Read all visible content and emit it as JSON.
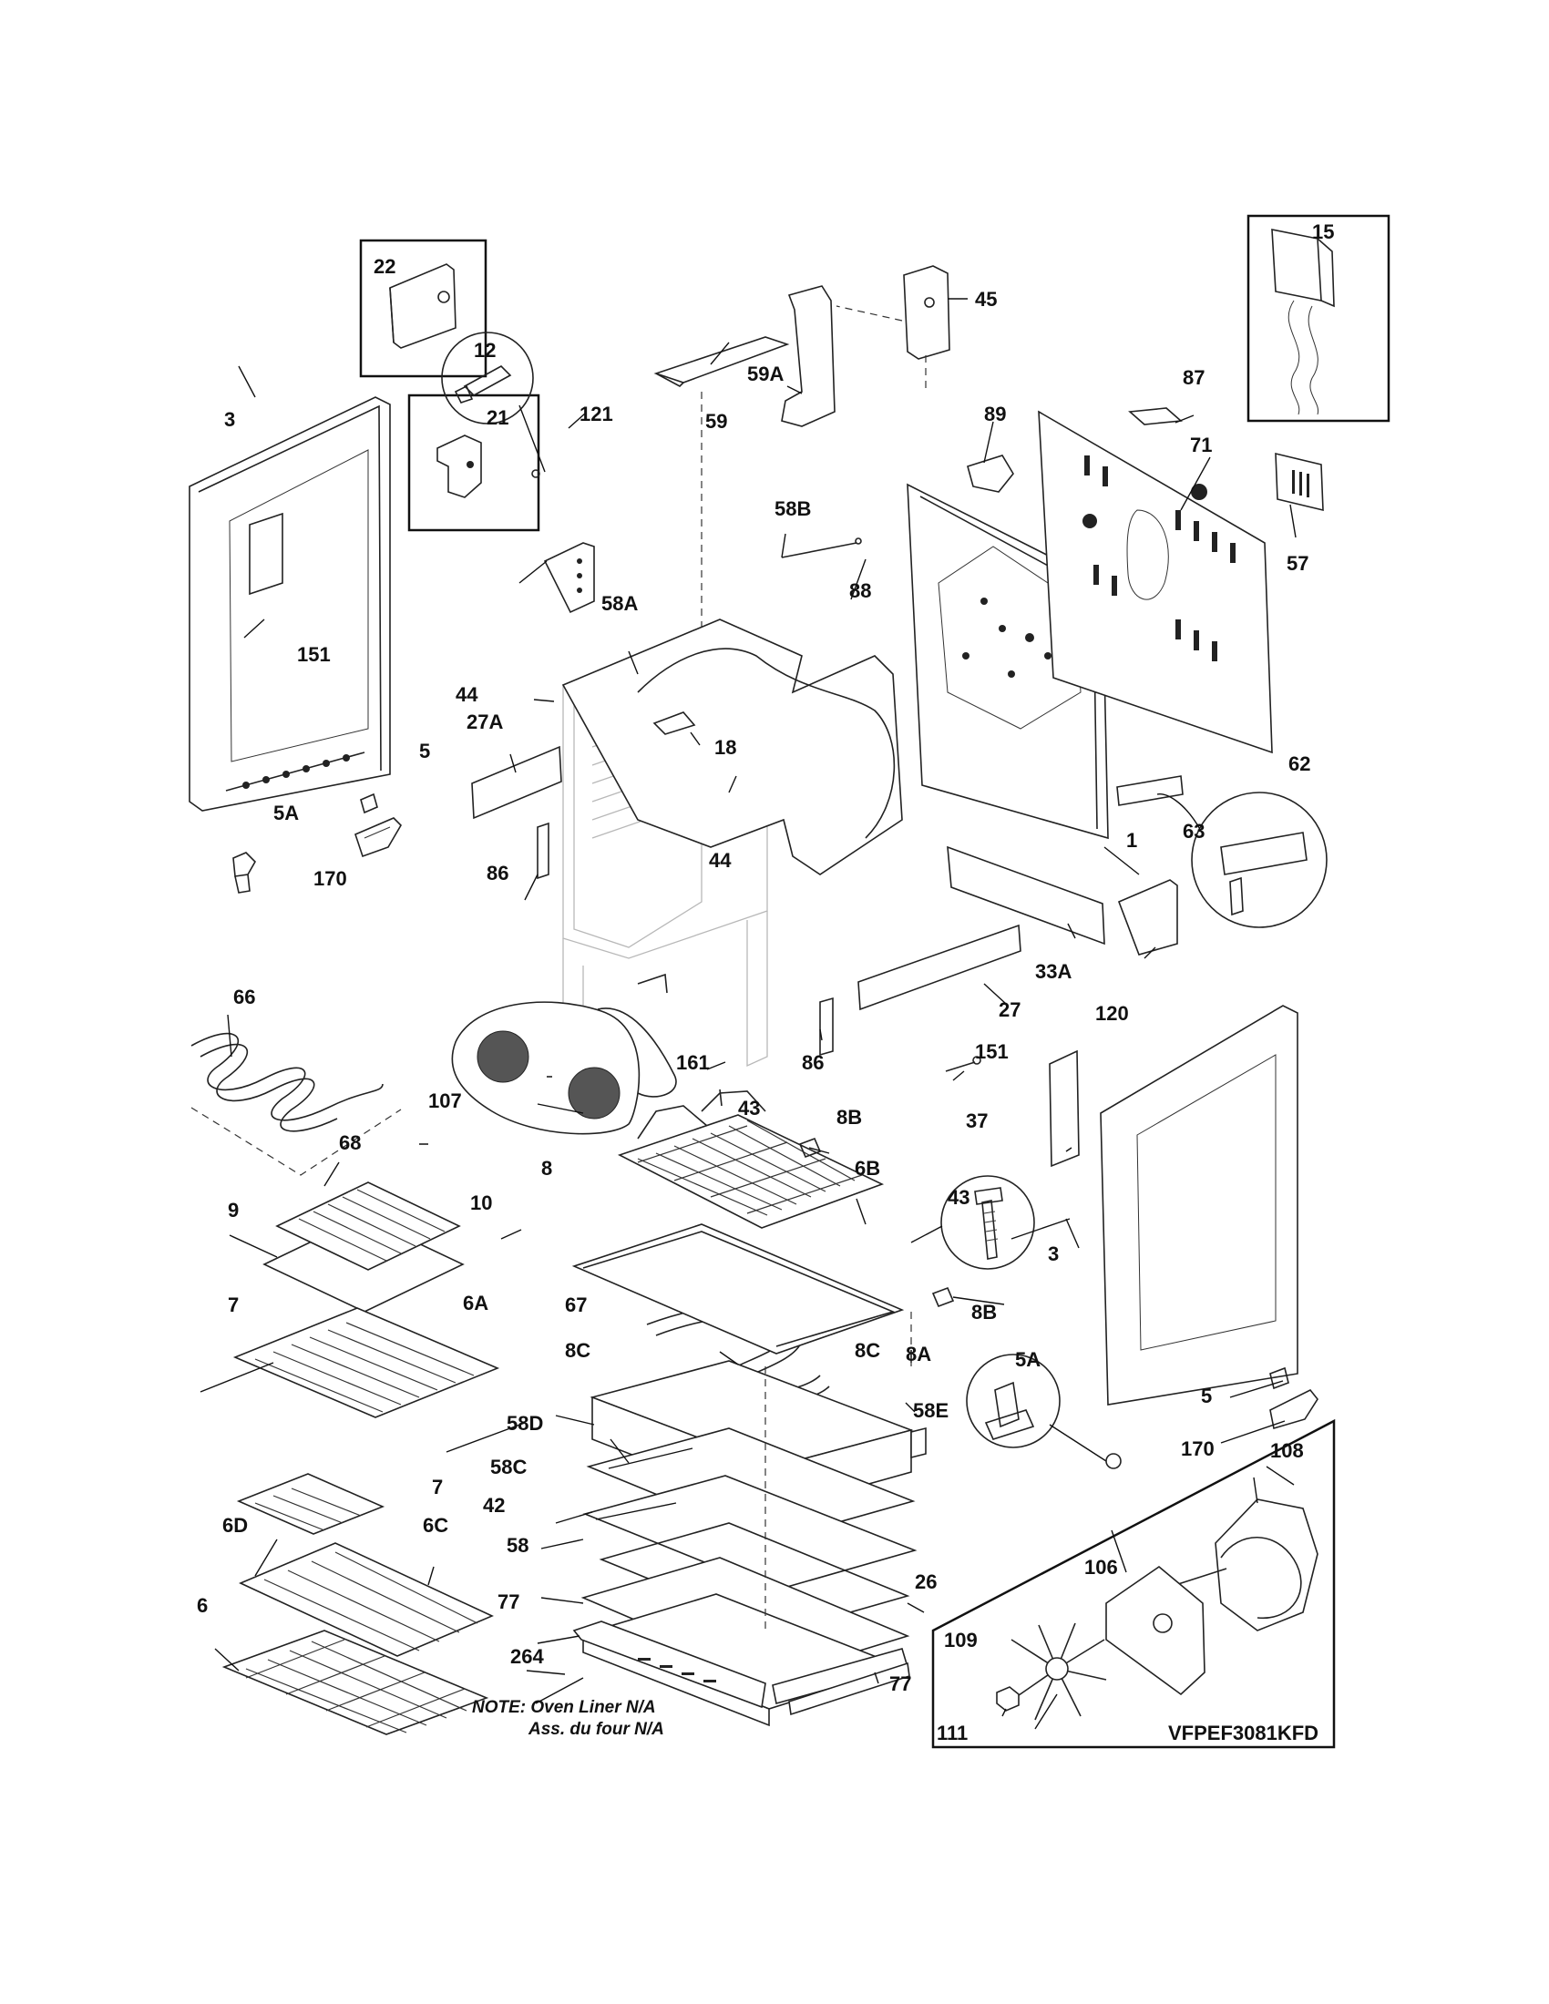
{
  "diagram": {
    "model": "VFPEF3081KFD",
    "note_line1": "NOTE: Oven Liner N/A",
    "note_line2": "Ass. du four N/A"
  },
  "labels": {
    "p15": "15",
    "p22": "22",
    "p21": "21",
    "p45": "45",
    "p59a": "59A",
    "p59": "59",
    "p87": "87",
    "p89": "89",
    "p71": "71",
    "p57": "57",
    "p3_left": "3",
    "p121": "121",
    "p58b": "58B",
    "p88": "88",
    "p12": "12",
    "p58a": "58A",
    "p151_left": "151",
    "p44_top": "44",
    "p27a": "27A",
    "p18": "18",
    "p5_left": "5",
    "p62": "62",
    "p1": "1",
    "p63": "63",
    "p5a_left": "5A",
    "p170_left": "170",
    "p44_mid": "44",
    "p86_left": "86",
    "p33a": "33A",
    "p66": "66",
    "p120": "120",
    "p27": "27",
    "p161": "161",
    "p86_mid": "86",
    "p151_right": "151",
    "p107": "107",
    "p43_small": "43",
    "p8b_top": "8B",
    "p37": "37",
    "p68": "68",
    "p8": "8",
    "p6b": "6B",
    "p43_big": "43",
    "p10": "10",
    "p9": "9",
    "p3_right": "3",
    "p8b_bottom": "8B",
    "p7_top": "7",
    "p6a": "6A",
    "p67": "67",
    "p5a_right": "5A",
    "p8c_left": "8C",
    "p8c_right": "8C",
    "p8a": "8A",
    "p5_right": "5",
    "p58e": "58E",
    "p58d": "58D",
    "p170_right": "170",
    "p7_bottom": "7",
    "p58c": "58C",
    "p108": "108",
    "p42": "42",
    "p6d": "6D",
    "p6c": "6C",
    "p58": "58",
    "p106": "106",
    "p26": "26",
    "p77_left": "77",
    "p6": "6",
    "p109": "109",
    "p264": "264",
    "p77_right": "77",
    "p111": "111"
  }
}
